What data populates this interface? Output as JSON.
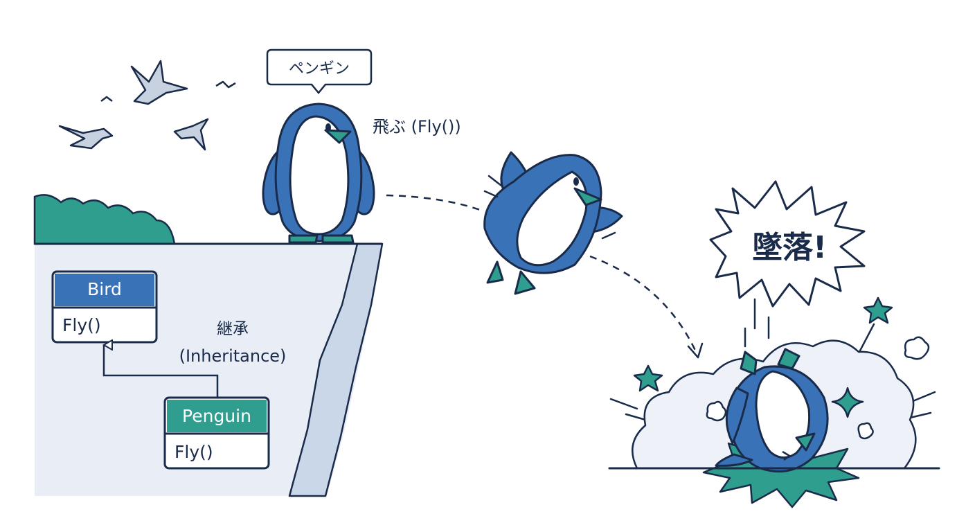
{
  "labels": {
    "penguin_bubble": "ペンギン",
    "fly_action": "飛ぶ (Fly())",
    "inheritance_jp": "継承",
    "inheritance_en": "(Inheritance)",
    "crash": "墜落!"
  },
  "uml": {
    "parent": {
      "name": "Bird",
      "method": "Fly()"
    },
    "child": {
      "name": "Penguin",
      "method": "Fly()"
    }
  },
  "colors": {
    "outline": "#1a2b4a",
    "penguin_blue": "#3a72b8",
    "teal": "#2f9e8f",
    "bird_gray": "#c7d1df",
    "cliff_fill": "#e9eef6",
    "cliff_face": "#c9d7e8",
    "smoke": "#eef2f8"
  }
}
